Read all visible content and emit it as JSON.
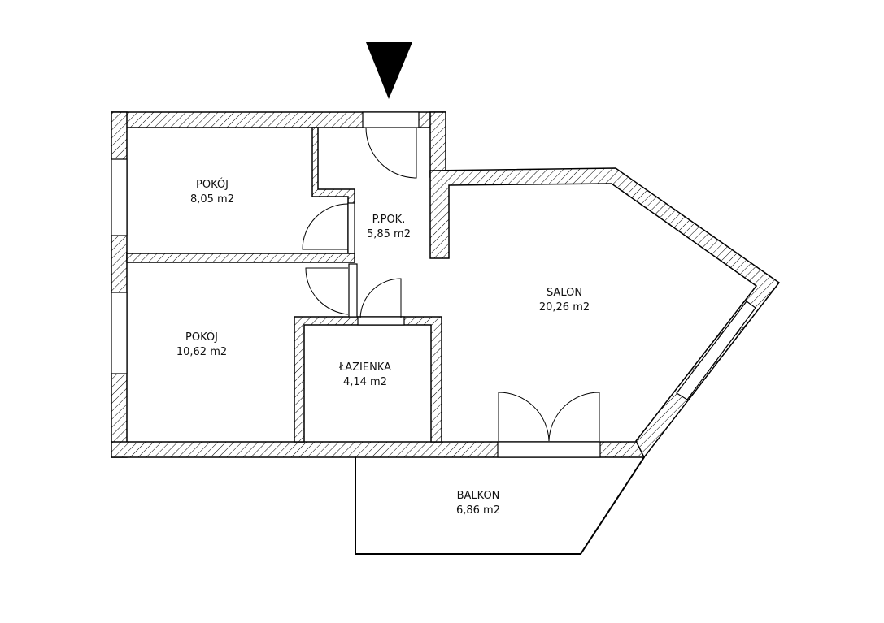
{
  "plan": {
    "rooms": [
      {
        "name": "POKÓJ",
        "area": "8,05 m2"
      },
      {
        "name": "P.POK.",
        "area": "5,85 m2"
      },
      {
        "name": "SALON",
        "area": "20,26 m2"
      },
      {
        "name": "POKÓJ",
        "area": "10,62 m2"
      },
      {
        "name": "ŁAZIENKA",
        "area": "4,14 m2"
      },
      {
        "name": "BALKON",
        "area": "6,86 m2"
      }
    ],
    "entrance_marker": "entrance-arrow-icon",
    "colors": {
      "line": "#000000",
      "background": "#ffffff"
    }
  }
}
